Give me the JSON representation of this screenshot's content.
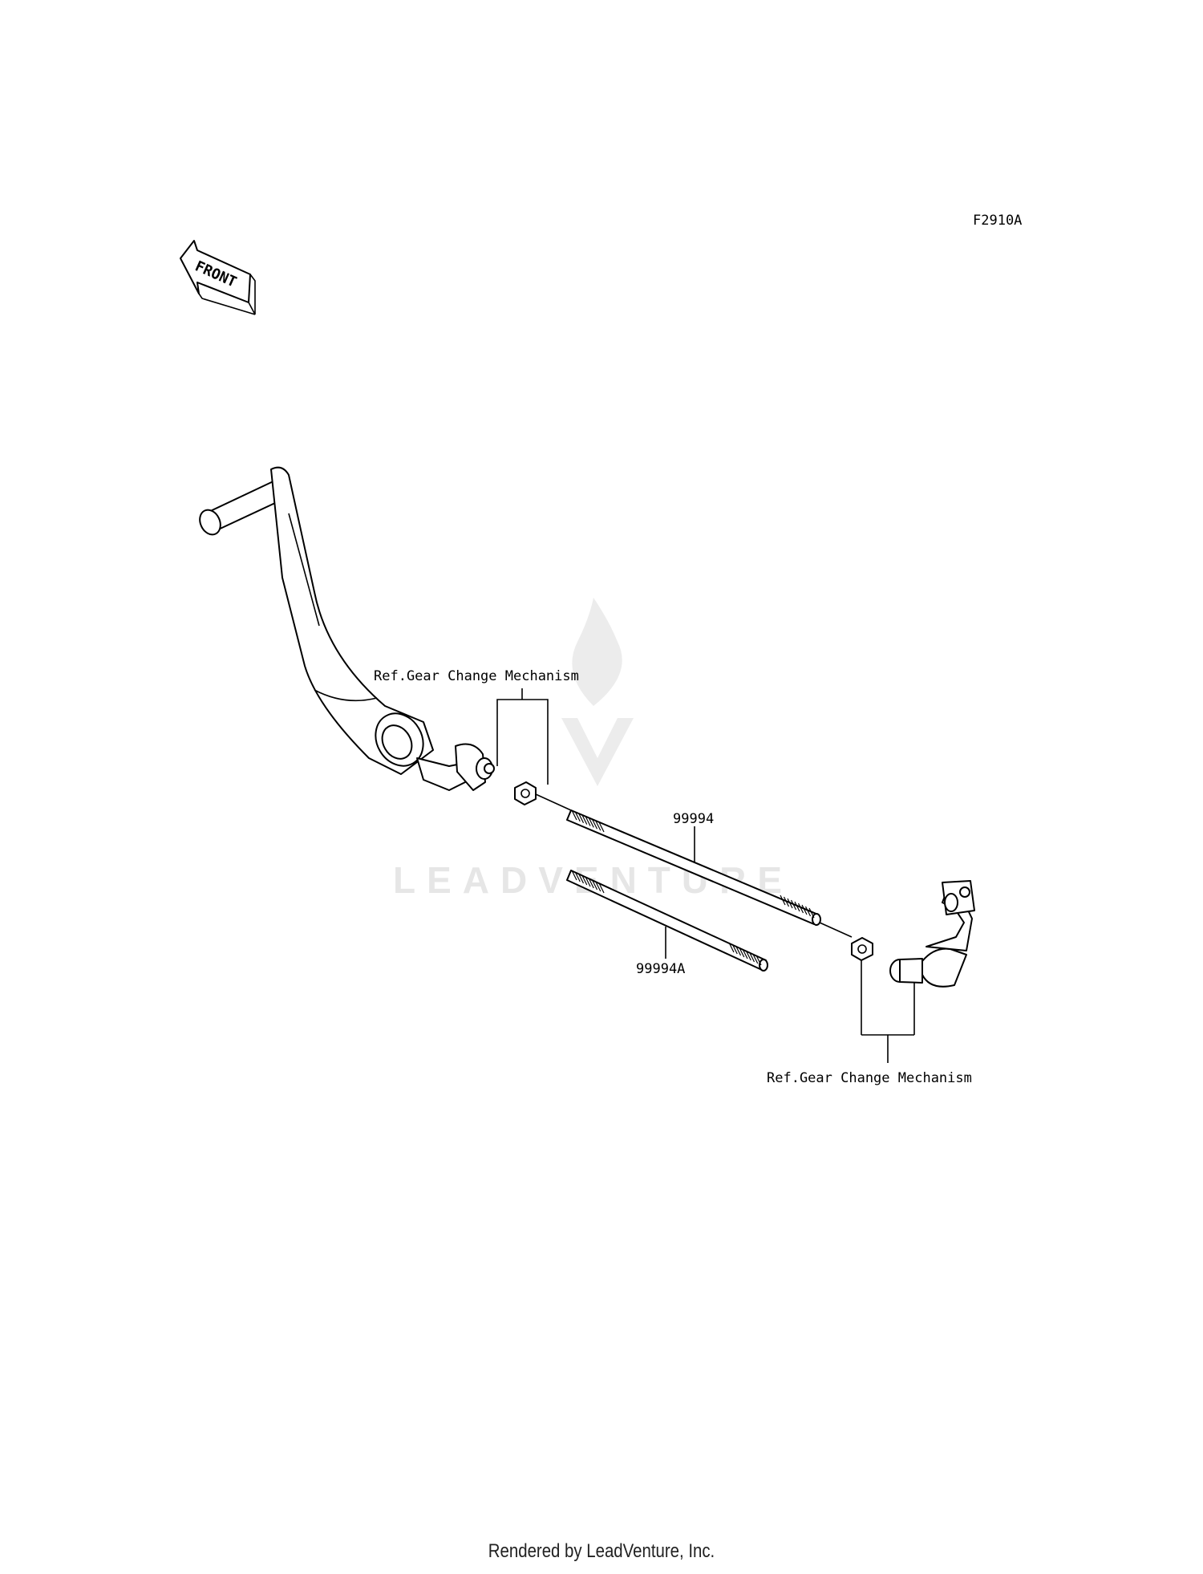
{
  "figure_code": "F2910A",
  "front_arrow_label": "FRONT",
  "watermark_text": "LEADVENTURE",
  "callouts": {
    "ref_top": "Ref.Gear Change Mechanism",
    "ref_bottom": "Ref.Gear Change Mechanism",
    "part_rod_long": "99994",
    "part_rod_short": "99994A"
  },
  "footer": "Rendered by LeadVenture, Inc."
}
